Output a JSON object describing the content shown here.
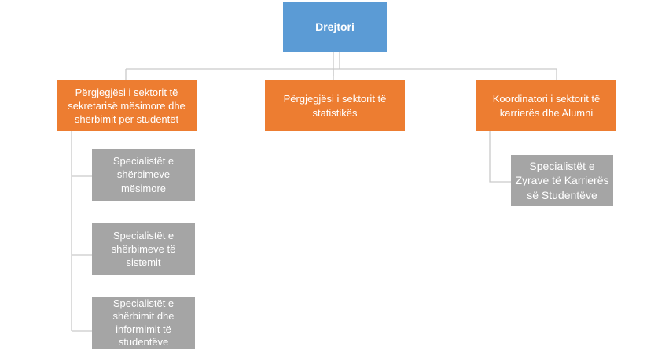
{
  "colors": {
    "director": "#5b9bd5",
    "sector": "#ed7d31",
    "specialist": "#a5a5a5",
    "connector": "#c9c9c9"
  },
  "director": {
    "label": "Drejtori"
  },
  "sectors": [
    {
      "label": "Përgjegjësi i sektorit të sekretarisë mësimore dhe shërbimit për studentët"
    },
    {
      "label": "Përgjegjësi i sektorit të statistikës"
    },
    {
      "label": "Koordinatori  i sektorit të karrierës dhe Alumni"
    }
  ],
  "specialists_sector1": [
    {
      "label": "Specialistët e shërbimeve mësimore"
    },
    {
      "label": "Specialistët e shërbimeve të sistemit"
    },
    {
      "label": "Specialistët e shërbimit dhe informimit të studentëve"
    }
  ],
  "specialists_sector3": [
    {
      "label": "Specialistët  e Zyrave të Karrierës së Studentëve"
    }
  ]
}
